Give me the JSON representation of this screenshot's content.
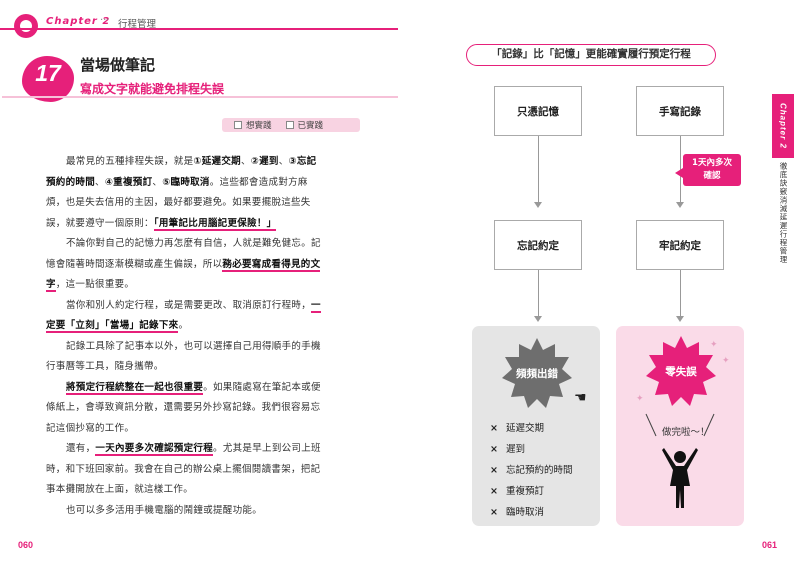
{
  "header": {
    "chapter_label": "Chapter 2",
    "separator": "···",
    "chapter_title": "行程管理"
  },
  "section": {
    "number": "17",
    "title": "當場做筆記",
    "subtitle": "寫成文字就能避免排程失誤"
  },
  "tags": {
    "want_read": "想實踐",
    "done_read": "已實踐"
  },
  "body": {
    "p1_a": "最常見的五種排程失誤，就是",
    "p1_b": "①延遲交期",
    "p1_c": "、",
    "p1_d": "②遲到",
    "p1_e": "、",
    "p1_f": "③忘記",
    "p1_g": "預約的時間",
    "p1_h": "、",
    "p1_i": "④重複預訂",
    "p1_j": "、",
    "p1_k": "⑤臨時取消",
    "p1_l": "。這些都會造成對方麻",
    "p1_m": "煩，也是失去信用的主因，最好都要避免。如果要擺脫這些失",
    "p1_n": "誤，就要遵守一個原則：",
    "p1_o": "「用筆記比用腦記更保險！」",
    "p2_a": "不論你對自己的記憶力再怎麼有自信，人就是難免健忘。記",
    "p2_b": "憶會隨著時間逐漸模糊或產生偏誤，所以",
    "p2_c": "務必要寫成看得見的文",
    "p2_d": "字",
    "p2_e": "，這一點很重要。",
    "p3_a": "當你和別人約定行程，或是需要更改、取消原訂行程時，",
    "p3_b": "一",
    "p3_c": "定要「立刻」「當場」記錄下來",
    "p3_d": "。",
    "p4_a": "記錄工具除了記事本以外，也可以選擇自己用得順手的手機",
    "p4_b": "行事曆等工具，隨身攜帶。",
    "p5_a": "將預定行程統整在一起也很重要",
    "p5_b": "。如果隨處寫在筆記本或便",
    "p5_c": "條紙上，會導致資訊分散，還需要另外抄寫記錄。我們很容易忘",
    "p5_d": "記這個抄寫的工作。",
    "p6_a": "還有，",
    "p6_b": "一天內要多次確認預定行程",
    "p6_c": "。尤其是早上到公司上班",
    "p6_d": "時，和下班回家前。我會在自己的辦公桌上擺個閱讀書架，把記",
    "p6_e": "事本攤開放在上面，就這樣工作。",
    "p7_a": "也可以多多活用手機電腦的鬧鐘或提醒功能。"
  },
  "page_left": "060",
  "page_right": "061",
  "diagram": {
    "headline": "「記錄」比「記憶」更能確實履行預定行程",
    "left_top": "只憑記憶",
    "left_mid": "忘記約定",
    "right_top": "手寫記錄",
    "right_mid": "牢記約定",
    "callout": "1天內多次\n確認",
    "callout_l1": "1天內多次",
    "callout_l2": "確認",
    "left_badge": "頻頻出錯",
    "right_badge": "零失誤",
    "errors": [
      "延遲交期",
      "遲到",
      "忘記預約的時間",
      "重複預訂",
      "臨時取消"
    ],
    "cheer": "做完啦～！"
  },
  "sidetab": {
    "label": "Chapter 2",
    "text": "徹底訣竅消滅延遲行程管理"
  },
  "colors": {
    "accent": "#e6207a",
    "pink_bg": "#fadbe8",
    "gray_bg": "#e5e5e5"
  }
}
